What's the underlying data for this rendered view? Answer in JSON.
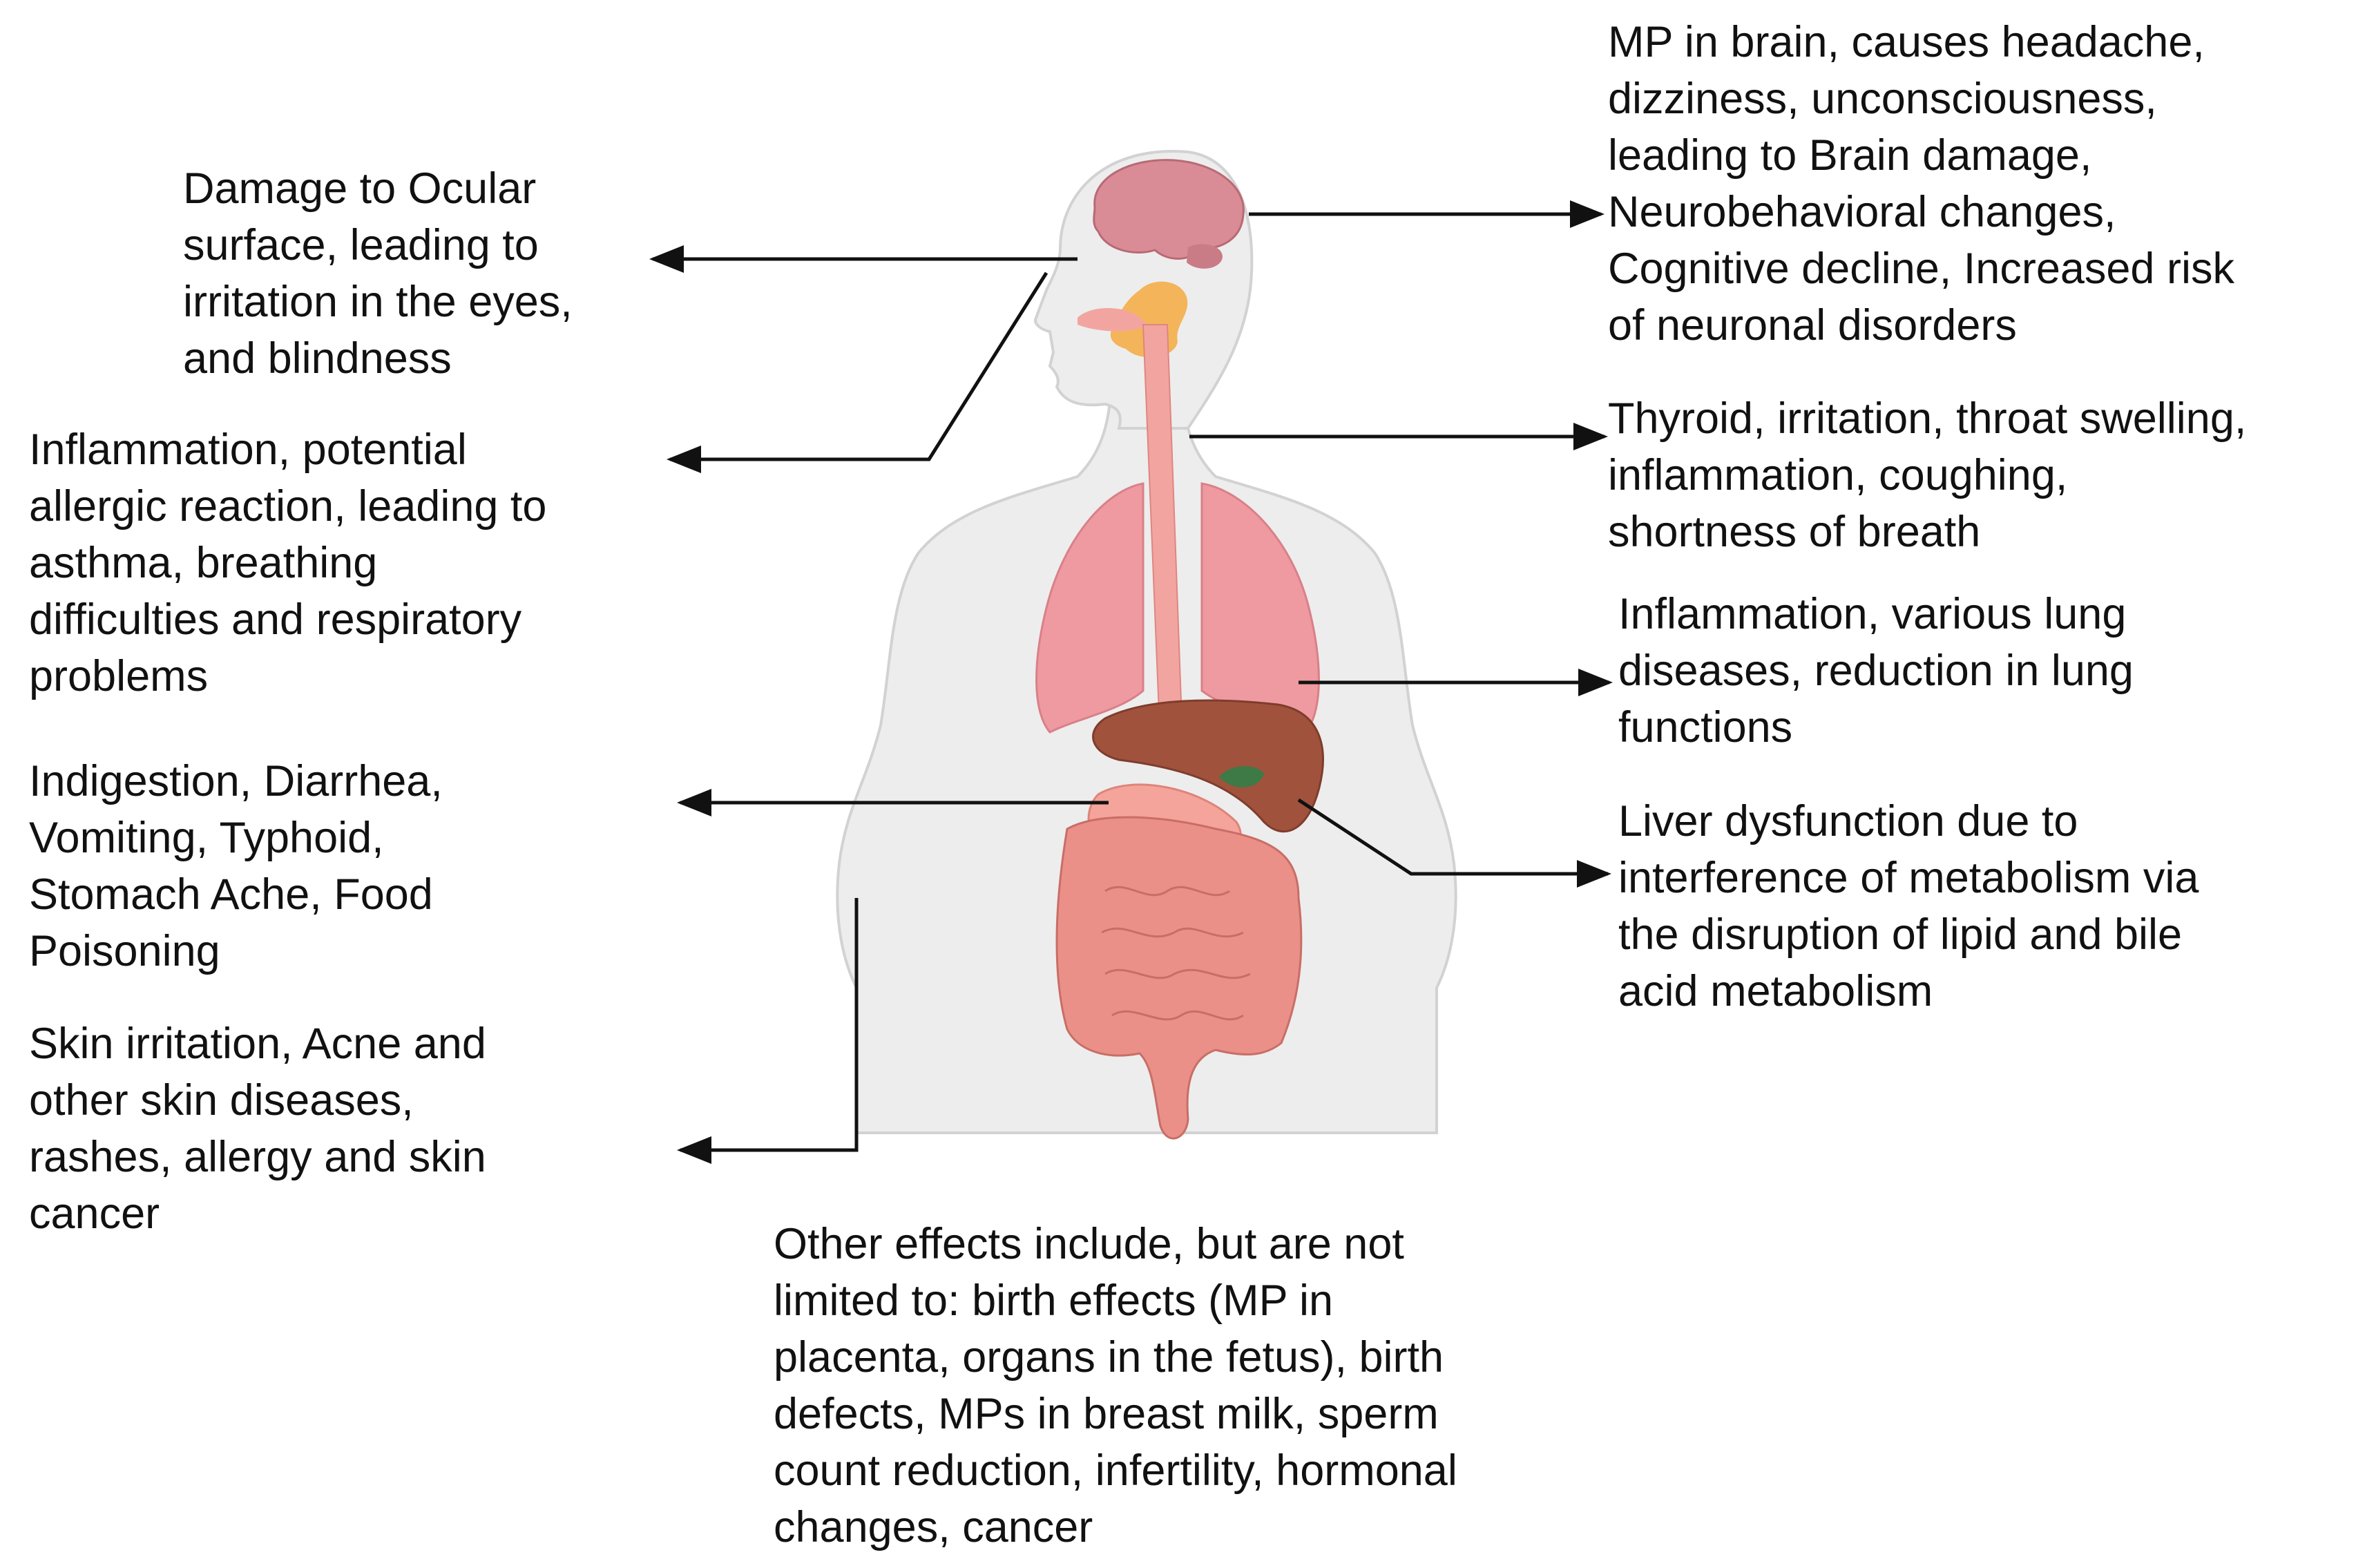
{
  "labels": {
    "ocular": "Damage to Ocular\nsurface, leading to\nirritation in the eyes,\nand blindness",
    "respiratory": "Inflammation, potential\nallergic reaction, leading to\nasthma, breathing\ndifficulties and respiratory\nproblems",
    "digestive": "Indigestion, Diarrhea,\nVomiting, Typhoid,\nStomach Ache, Food\nPoisoning",
    "skin": "Skin irritation, Acne and\nother skin diseases,\nrashes, allergy and skin\ncancer",
    "brain": "MP in brain, causes headache,\ndizziness, unconsciousness,\nleading to Brain damage,\nNeurobehavioral changes,\nCognitive decline, Increased risk\nof neuronal disorders",
    "thyroid": "Thyroid, irritation, throat swelling,\ninflammation, coughing,\nshortness of breath",
    "lung": "Inflammation, various lung\ndiseases, reduction in lung\nfunctions",
    "liver": "Liver dysfunction due to\ninterference of metabolism via\nthe disruption of lipid and bile\nacid metabolism",
    "other": "Other effects include, but are not\nlimited to: birth effects (MP in\nplacenta, organs in the fetus), birth\ndefects, MPs in breast milk, sperm\ncount reduction, infertility, hormonal\nchanges, cancer"
  },
  "colors": {
    "body_fill": "#ededed",
    "body_stroke": "#d2d2d2",
    "brain": "#d98c96",
    "lungs": "#ee9aa0",
    "esophagus": "#f2a5a0",
    "liver": "#a0523d",
    "stomach": "#f4a49a",
    "intestine": "#eb9088",
    "gallbladder": "#3d7a45",
    "glands": "#f4b45a",
    "arrow": "#111111"
  }
}
